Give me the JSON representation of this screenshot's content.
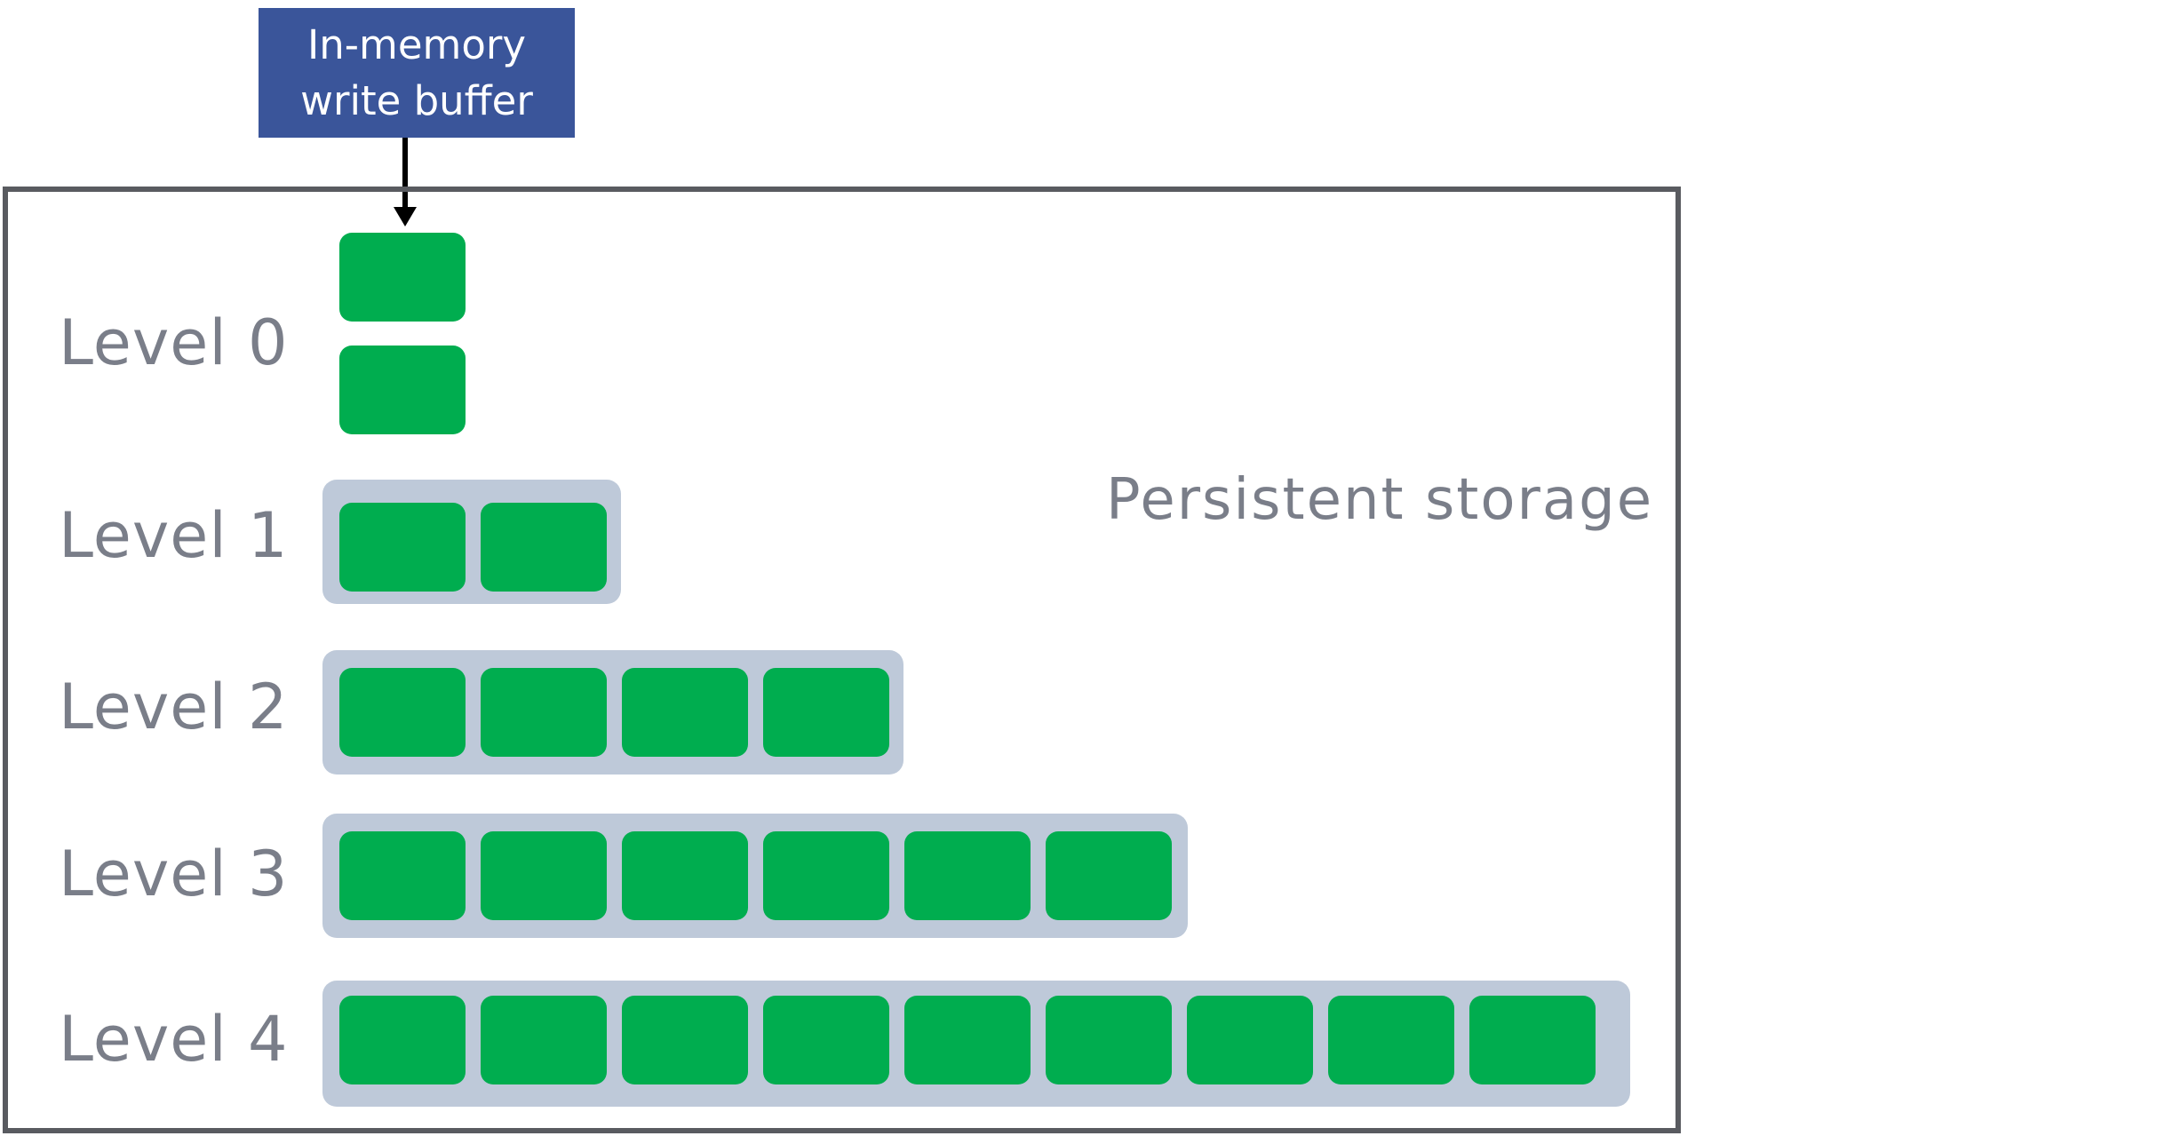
{
  "write_buffer": {
    "line1": "In-memory",
    "line2": "write buffer"
  },
  "storage": {
    "label": "Persistent storage"
  },
  "levels": [
    {
      "label": "Level 0",
      "files": 2
    },
    {
      "label": "Level 1",
      "files": 2
    },
    {
      "label": "Level 2",
      "files": 4
    },
    {
      "label": "Level 3",
      "files": 6
    },
    {
      "label": "Level 4",
      "files": 9
    }
  ],
  "colors": {
    "buffer": "#3a559a",
    "sstable": "#00ad4f",
    "run_bg": "#bec9d9",
    "label": "#7a7e89",
    "border": "#595b60"
  }
}
